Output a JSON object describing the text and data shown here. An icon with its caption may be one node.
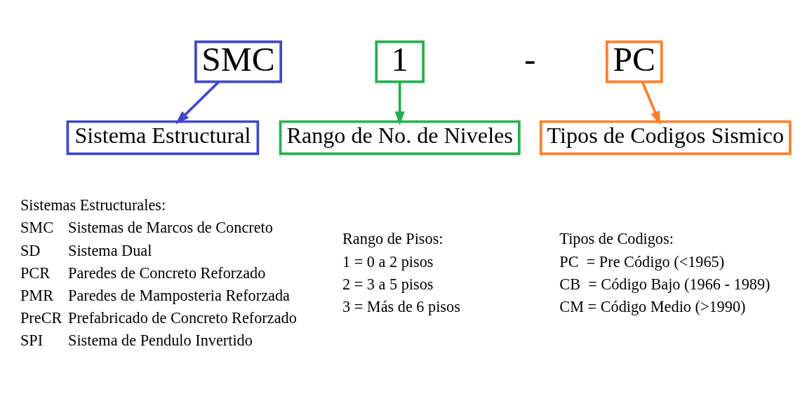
{
  "diagram": {
    "nodes": [
      {
        "text": [
          "SMC"
        ]
      },
      {
        "text": [
          "1"
        ]
      },
      {
        "text": [
          "PC"
        ]
      },
      {
        "text": [
          "Sistema Estructural"
        ]
      },
      {
        "text": [
          "Rango de No. de Niveles"
        ]
      },
      {
        "text": [
          "Tipos de Codigos Sismico"
        ]
      }
    ],
    "edges": [
      {
        "from": 0,
        "to": 3,
        "arrow": "to",
        "color": "#3f48cc"
      },
      {
        "from": 1,
        "to": 4,
        "arrow": "to",
        "color": "#22b14c"
      },
      {
        "from": 2,
        "to": 5,
        "arrow": "to",
        "color": "#ff7f27"
      }
    ],
    "labels": [
      "-",
      "Sistemas Estructurales:",
      "SMC",
      "Sistemas de Marcos de Concreto",
      "SD",
      "Sistema Dual",
      "PCR",
      "Paredes de Concreto Reforzado",
      "PMR",
      "Paredes de Mamposteria Reforzada",
      "PreCR",
      "Prefabricado de Concreto Reforzado",
      "SPI",
      "Sistema de Pendulo Invertido",
      "Rango de Pisos:",
      "1 = 0 a 2 pisos",
      "2 = 3 a 5 pisos",
      "3 = Más de 6 pisos",
      "Tipos de Codigos:",
      "PC  = Pre Código (<1965)",
      "CB  = Código Bajo (1966 - 1989)",
      "CM = Código Medio (>1990)"
    ]
  }
}
